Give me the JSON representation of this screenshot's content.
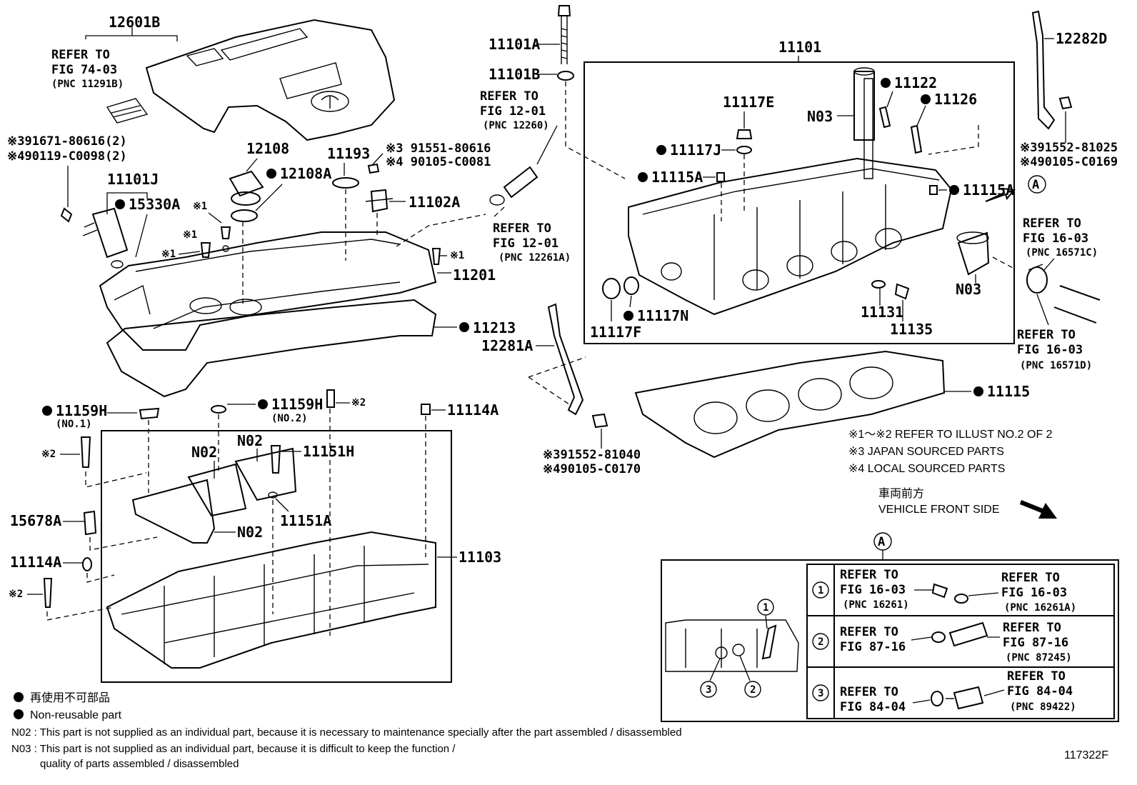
{
  "labels": {
    "p12601b": "12601B",
    "refer_74_1": "REFER TO",
    "refer_74_2": "FIG 74-03",
    "refer_74_3": "(PNC 11291B)",
    "p391671": "※391671-80616(2)",
    "p490119": "※490119-C0098(2)",
    "p11101j": "11101J",
    "p15330a": "15330A",
    "p12108": "12108",
    "p12108a": "12108A",
    "p11193": "11193",
    "p391551": "※3 91551-80616",
    "p490105a": "※4 90105-C0081",
    "p11102a": "11102A",
    "k1a": "※1",
    "k1b": "※1",
    "k1c": "※1",
    "k1d": "※1",
    "p11201": "11201",
    "p11213": "11213",
    "p11101a": "11101A",
    "p11101b": "11101B",
    "refer_12_01a_1": "REFER TO",
    "refer_12_01a_2": "FIG 12-01",
    "refer_12_01a_3": "(PNC 12260)",
    "refer_12_01b_1": "REFER TO",
    "refer_12_01b_2": "FIG 12-01",
    "refer_12_01b_3": "(PNC 12261A)",
    "p11101": "11101",
    "p11117e": "11117E",
    "p11117j": "11117J",
    "pN03a": "N03",
    "p11122": "11122",
    "p11126": "11126",
    "p11115a_l": "11115A",
    "p11115a_r": "11115A",
    "p11117n": "11117N",
    "p11117f": "11117F",
    "p11131": "11131",
    "p11135": "11135",
    "pN03b": "N03",
    "p12282d": "12282D",
    "p391552_81025": "※391552-81025",
    "p490105_c0169": "※490105-C0169",
    "refer_16_03c_1": "REFER TO",
    "refer_16_03c_2": "FIG 16-03",
    "refer_16_03c_3": "(PNC 16571C)",
    "refer_16_03d_1": "REFER TO",
    "refer_16_03d_2": "FIG 16-03",
    "refer_16_03d_3": "(PNC 16571D)",
    "circle_a": "A",
    "p12281a": "12281A",
    "p391552_81040": "※391552-81040",
    "p490105_c0170": "※490105-C0170",
    "p11115": "11115",
    "note_k1": "※1～※2  REFER TO ILLUST NO.2 OF 2",
    "note_k3": "※3 JAPAN SOURCED PARTS",
    "note_k4": "※4 LOCAL SOURCED PARTS",
    "front_jp": "車両前方",
    "front_en": "VEHICLE FRONT SIDE",
    "p11159h_1": "11159H",
    "p11159h_1n": "(NO.1)",
    "p11159h_2": "11159H",
    "p11159h_2n": "(NO.2)",
    "k2a": "※2",
    "p11114a_top": "11114A",
    "k2b": "※2",
    "pN02a": "N02",
    "pN02b": "N02",
    "pN02c": "N02",
    "p11151h": "11151H",
    "p11151a": "11151A",
    "p15678a": "15678A",
    "p11114a_bot": "11114A",
    "k2c": "※2",
    "p11103": "11103",
    "detail_a": "A",
    "d1_refer_l1": "REFER TO",
    "d1_refer_l2": "FIG 16-03",
    "d1_refer_l3": "(PNC 16261)",
    "d1_refer_r1": "REFER TO",
    "d1_refer_r2": "FIG 16-03",
    "d1_refer_r3": "(PNC 16261A)",
    "d2_refer_l1": "REFER TO",
    "d2_refer_l2": "FIG 87-16",
    "d2_refer_r1": "REFER TO",
    "d2_refer_r2": "FIG 87-16",
    "d2_refer_r3": "(PNC 87245)",
    "d3_refer_l1": "REFER TO",
    "d3_refer_l2": "FIG 84-04",
    "d3_refer_r1": "REFER TO",
    "d3_refer_r2": "FIG 84-04",
    "d3_refer_r3": "(PNC 89422)",
    "num1": "1",
    "num2": "2",
    "num3": "3",
    "row1": "1",
    "row2": "2",
    "row3": "3"
  },
  "legend": {
    "nonreuse_jp": "再使用不可部品",
    "nonreuse_en": "Non-reusable part",
    "n02": "N02 : This part is not supplied as an individual part, because it is necessary to maintenance specially after the part assembled / disassembled",
    "n03_1": "N03 : This part is not supplied as an individual part, because it is difficult to keep the function /",
    "n03_2": "quality of parts  assembled / disassembled",
    "figure_id": "117322F"
  }
}
